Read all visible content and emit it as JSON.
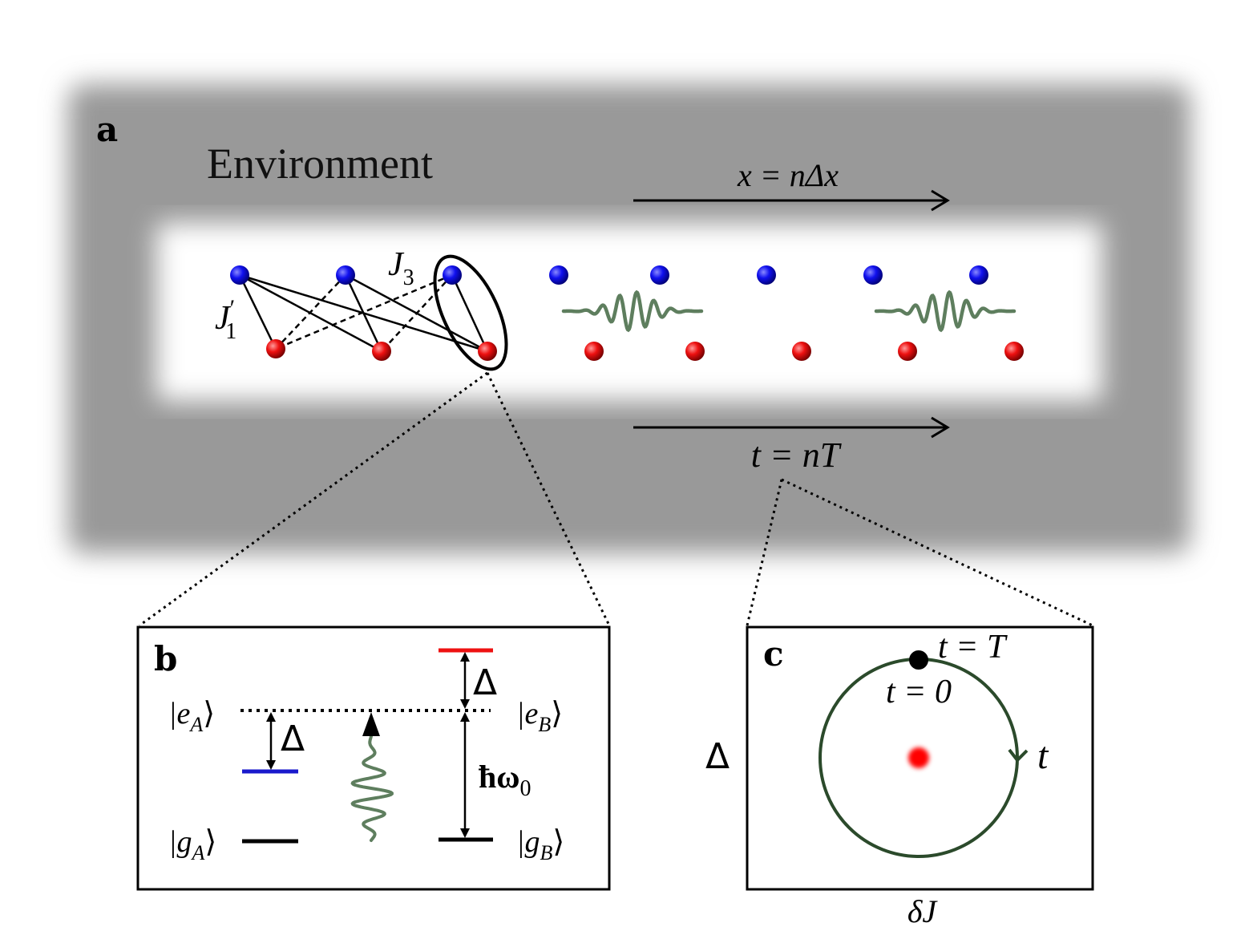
{
  "panel_a": {
    "label": "a",
    "environment": "Environment",
    "space_arrow_label": "x = nΔx",
    "time_arrow_label": "t = nT",
    "coupling_labels": {
      "j1": {
        "base": "J",
        "sub": "1",
        "prime": "′"
      },
      "j3": {
        "base": "J",
        "sub": "3"
      }
    }
  },
  "panel_b": {
    "label": "b",
    "levels": {
      "eA": {
        "pre": "|e",
        "sub": "A",
        "post": "⟩"
      },
      "gA": {
        "pre": "|g",
        "sub": "A",
        "post": "⟩"
      },
      "eB": {
        "pre": "|e",
        "sub": "B",
        "post": "⟩"
      },
      "gB": {
        "pre": "|g",
        "sub": "B",
        "post": "⟩"
      }
    },
    "delta_left": "Δ",
    "delta_right": "Δ",
    "energy_gap": {
      "base": "ħω",
      "sub": "0"
    }
  },
  "panel_c": {
    "label": "c",
    "t_T": "t = T",
    "t_0": "t = 0",
    "t_arrow": "t",
    "y_axis": "Δ",
    "x_axis": "δJ"
  },
  "colors": {
    "environment": "#999999",
    "blue_atom": "#1010ee",
    "red_atom": "#ee1010",
    "wave": "#5e7e5e",
    "orbit": "#2b4a2b",
    "blue_level": "#1a1acc",
    "red_level": "#ee1111"
  }
}
